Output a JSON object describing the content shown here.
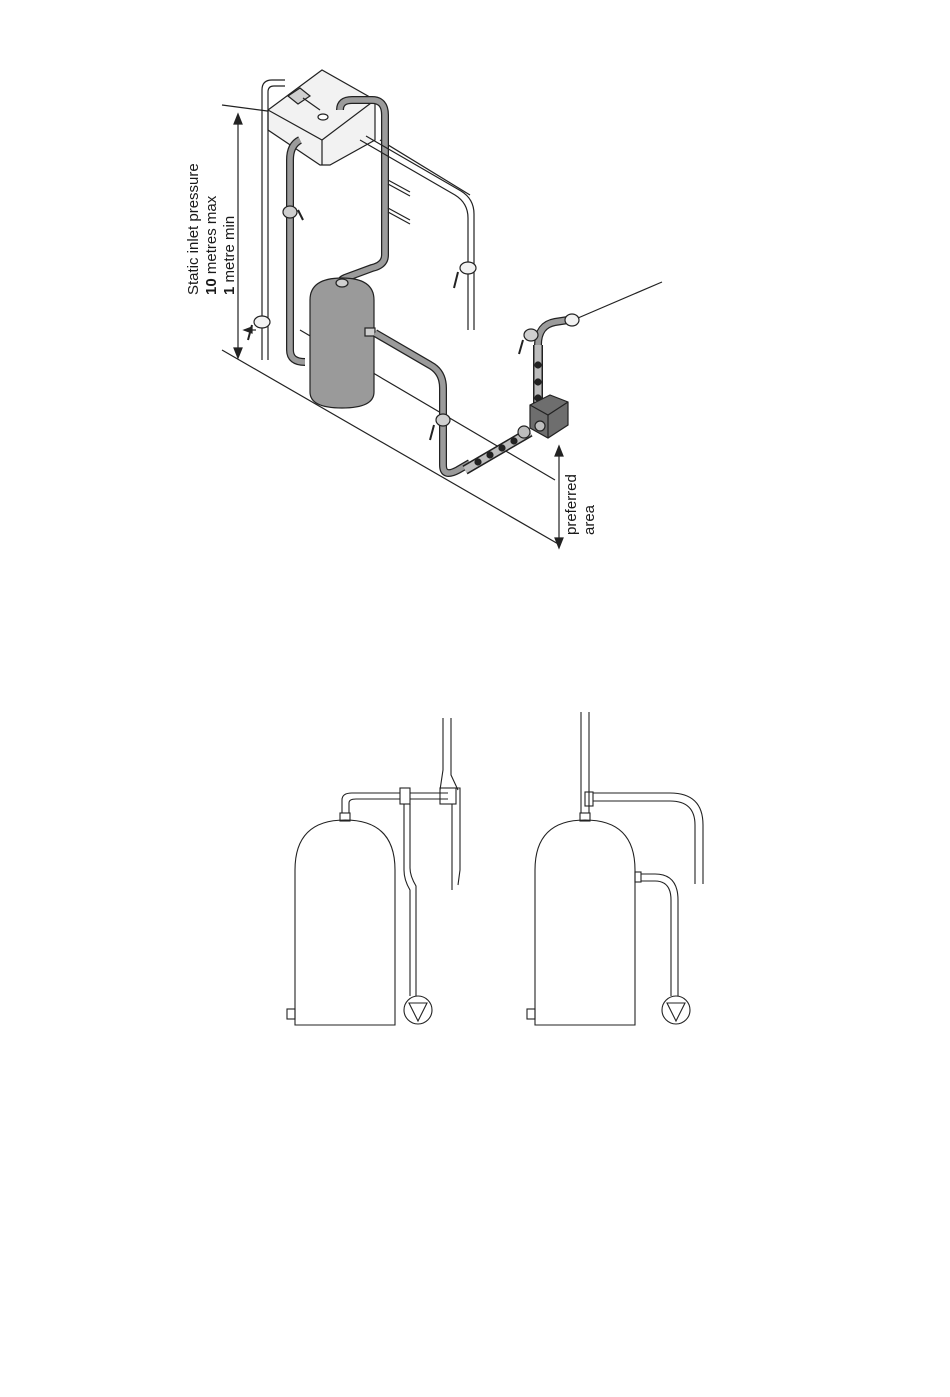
{
  "labels": {
    "pressure_title": "Static inlet pressure",
    "pressure_max_value": "10",
    "pressure_max_unit": " metres max",
    "pressure_min_value": "1",
    "pressure_min_unit": " metre min",
    "preferred_line1": "preferred",
    "preferred_line2": "area"
  },
  "colors": {
    "line": "#222222",
    "pipe_fill": "#9b9b9b",
    "cylinder_fill": "#9a9a9a",
    "tank_fill": "#f2f2f2",
    "pump_fill": "#6e6e6e"
  }
}
